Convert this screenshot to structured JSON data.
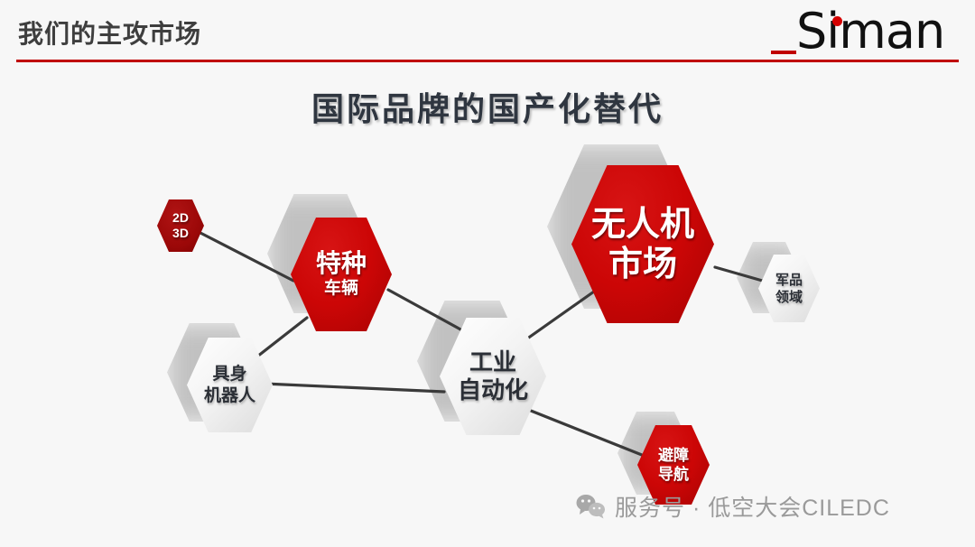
{
  "header": {
    "title": "我们的主攻市场",
    "rule_color": "#c00000",
    "logo_text": "Siman",
    "logo_dot_color": "#d40000"
  },
  "main": {
    "title": "国际品牌的国产化替代"
  },
  "diagram": {
    "type": "hexagon-network",
    "nodes": [
      {
        "id": "drone",
        "line1": "无人机",
        "line2": "市场",
        "style": "red",
        "size": "large"
      },
      {
        "id": "vehicle",
        "line1": "特种",
        "line2": "车辆",
        "style": "red",
        "size": "medium"
      },
      {
        "id": "auto",
        "line1": "工业",
        "line2": "自动化",
        "style": "gray",
        "size": "medium"
      },
      {
        "id": "robot",
        "line1": "具身",
        "line2": "机器人",
        "style": "gray",
        "size": "small"
      },
      {
        "id": "2d3d",
        "line1": "2D",
        "line2": "3D",
        "style": "darkred",
        "size": "tiny"
      },
      {
        "id": "military",
        "line1": "军品",
        "line2": "领域",
        "style": "gray",
        "size": "tiny"
      },
      {
        "id": "avoid",
        "line1": "避障",
        "line2": "导航",
        "style": "red",
        "size": "tiny"
      }
    ],
    "edges": [
      {
        "from": "2d3d",
        "to": "vehicle"
      },
      {
        "from": "vehicle",
        "to": "auto"
      },
      {
        "from": "vehicle",
        "to": "robot"
      },
      {
        "from": "robot",
        "to": "auto"
      },
      {
        "from": "auto",
        "to": "drone"
      },
      {
        "from": "auto",
        "to": "avoid"
      },
      {
        "from": "drone",
        "to": "military"
      }
    ],
    "colors": {
      "node_red": "#cc0606",
      "node_dark_red": "#9c0808",
      "node_gray": "#f0f0f0",
      "edge": "#3a3a3a"
    }
  },
  "watermark": {
    "icon": "wechat-icon",
    "text": "服务号 · 低空大会CILEDC"
  }
}
